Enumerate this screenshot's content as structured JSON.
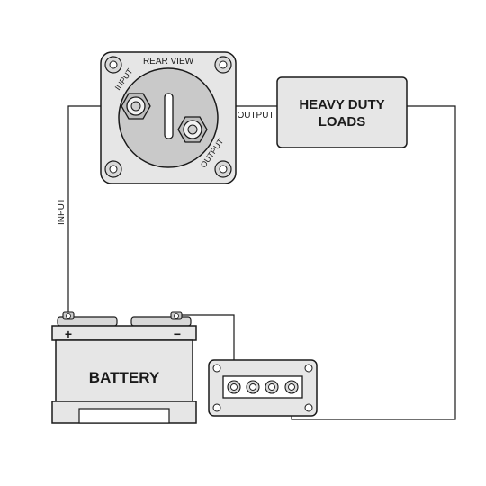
{
  "switch": {
    "title": "REAR VIEW",
    "input_label": "INPUT",
    "output_label": "OUTPUT"
  },
  "loads": {
    "line1": "HEAVY DUTY",
    "line2": "LOADS"
  },
  "wires": {
    "input_label": "INPUT",
    "output_label": "OUTPUT"
  },
  "battery": {
    "label": "BATTERY",
    "positive_symbol": "+",
    "negative_symbol": "−"
  },
  "colors": {
    "line": "#1a1a1a",
    "panel_fill": "#e6e6e6",
    "panel_dark": "#c9c9c9"
  }
}
